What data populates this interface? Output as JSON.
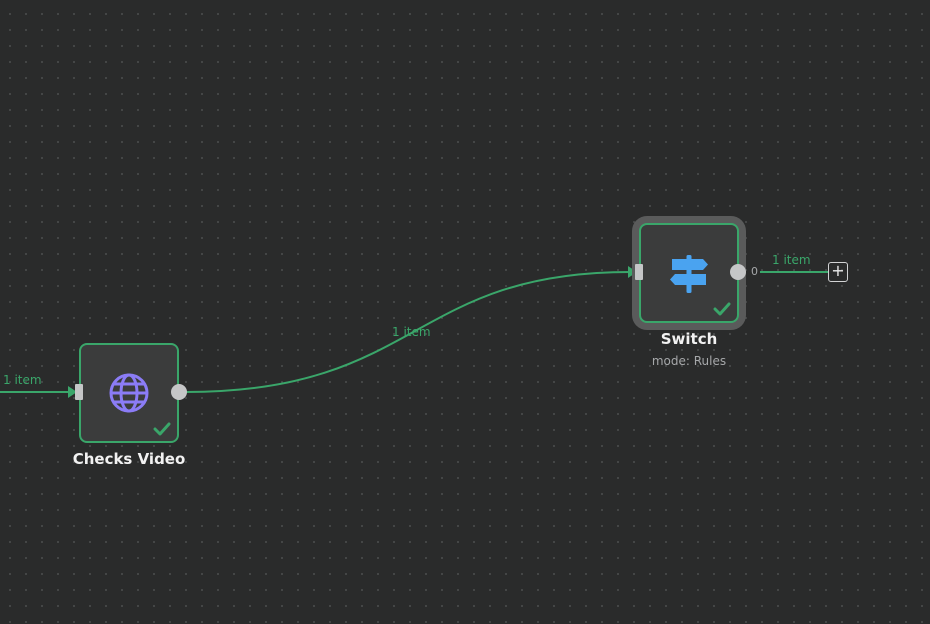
{
  "edges": {
    "incoming_label": "1 item",
    "middle_label": "1 item",
    "outgoing_label": "1 item"
  },
  "nodes": {
    "checks_video": {
      "title": "Checks Video",
      "icon": "globe-icon",
      "status": "success-check-icon"
    },
    "switch": {
      "title": "Switch",
      "subtitle": "mode: Rules",
      "icon": "signpost-icon",
      "status": "success-check-icon",
      "output_index": "0"
    }
  },
  "add_node": {
    "icon": "plus-icon",
    "label": "+"
  },
  "colors": {
    "background": "#2a2b2b",
    "success_green": "#3aa66a",
    "globe_purple": "#8b7cf6",
    "signpost_blue": "#4aa3f0"
  }
}
